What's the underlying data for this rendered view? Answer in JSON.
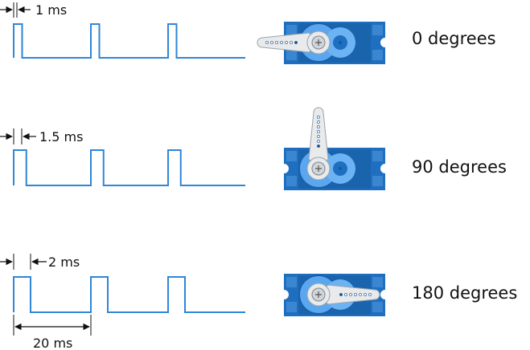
{
  "title": "Servo PWM pulse width vs. angle",
  "colors": {
    "signal": "#2f86d6",
    "servo_body": "#1f6fc0",
    "servo_dark": "#155a9c",
    "servo_gear": "#5aa7ef",
    "horn": "#e8eaec",
    "arrow": "#111111"
  },
  "rows": [
    {
      "pulse_label": "1 ms",
      "pulse_ms": 1,
      "angle_label": "0 degrees",
      "angle_deg": 0
    },
    {
      "pulse_label": "1.5 ms",
      "pulse_ms": 1.5,
      "angle_label": "90 degrees",
      "angle_deg": 90
    },
    {
      "pulse_label": "2 ms",
      "pulse_ms": 2,
      "angle_label": "180 degrees",
      "angle_deg": 180
    }
  ],
  "period": {
    "label": "20 ms",
    "value_ms": 20
  },
  "pulses_per_row": 3
}
